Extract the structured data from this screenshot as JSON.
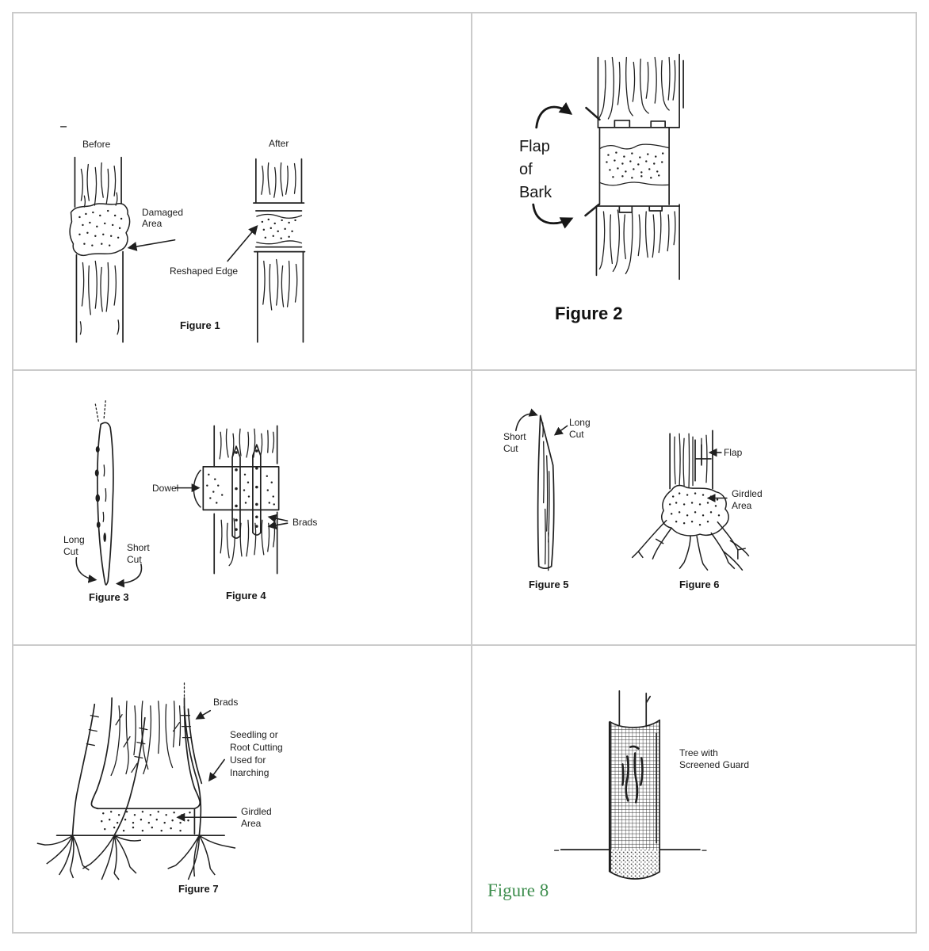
{
  "page": {
    "background": "#ffffff"
  },
  "colors": {
    "ink": "#1f1f1f",
    "grid_border": "#cbcbcb",
    "figure8_caption_green": "#3e8e4e"
  },
  "fig1": {
    "before": "Before",
    "after": "After",
    "damaged_area": "Damaged\nArea",
    "reshaped_edge": "Reshaped Edge",
    "caption": "Figure 1"
  },
  "fig2": {
    "flap_of_bark": "Flap\nof\nBark",
    "caption": "Figure 2"
  },
  "fig3": {
    "long_cut": "Long\nCut",
    "short_cut": "Short\nCut",
    "caption": "Figure 3"
  },
  "fig4": {
    "dowel": "Dowel",
    "brads": "Brads",
    "caption": "Figure 4"
  },
  "fig5": {
    "short_cut": "Short\nCut",
    "long_cut": "Long\nCut",
    "caption": "Figure 5"
  },
  "fig6": {
    "flap": "Flap",
    "girdled_area": "Girdled\nArea",
    "caption": "Figure 6"
  },
  "fig7": {
    "brads": "Brads",
    "seedling": "Seedling or\nRoot Cutting\nUsed for\nInarching",
    "girdled_area": "Girdled\nArea",
    "caption": "Figure 7"
  },
  "fig8": {
    "tree_with_guard": "Tree with\nScreened Guard",
    "caption": "Figure 8"
  }
}
